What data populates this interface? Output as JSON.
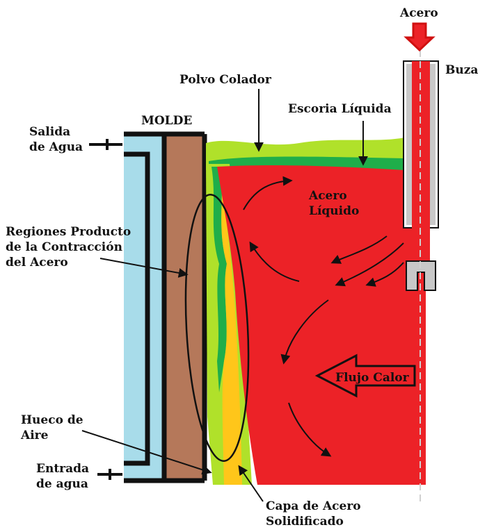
{
  "labels": {
    "acero_top": "Acero",
    "buza": "Buza",
    "polvo_colador": "Polvo Colador",
    "molde": "MOLDE",
    "escoria_liquida": "Escoria Líquida",
    "salida_agua": [
      "Salida",
      "de Agua"
    ],
    "acero_liquido": [
      "Acero",
      "Líquido"
    ],
    "regiones": [
      "Regiones Producto",
      "de la Contracción",
      "del Acero"
    ],
    "flujo_calor": "Flujo Calor",
    "hueco_aire": [
      "Hueco de",
      "Aire"
    ],
    "entrada_agua": [
      "Entrada",
      "de agua"
    ],
    "capa_acero": [
      "Capa de Acero",
      "Solidificado"
    ]
  },
  "colors": {
    "water": "#a8dcea",
    "mold_copper": "#b5785a",
    "liquid_steel": "#ec2227",
    "slag_light_green": "#b0e12a",
    "slag_dark_green": "#1fae4a",
    "solid_shell": "#ffc61a",
    "nozzle_wall": "#c8c8c8",
    "outline": "#111111"
  }
}
